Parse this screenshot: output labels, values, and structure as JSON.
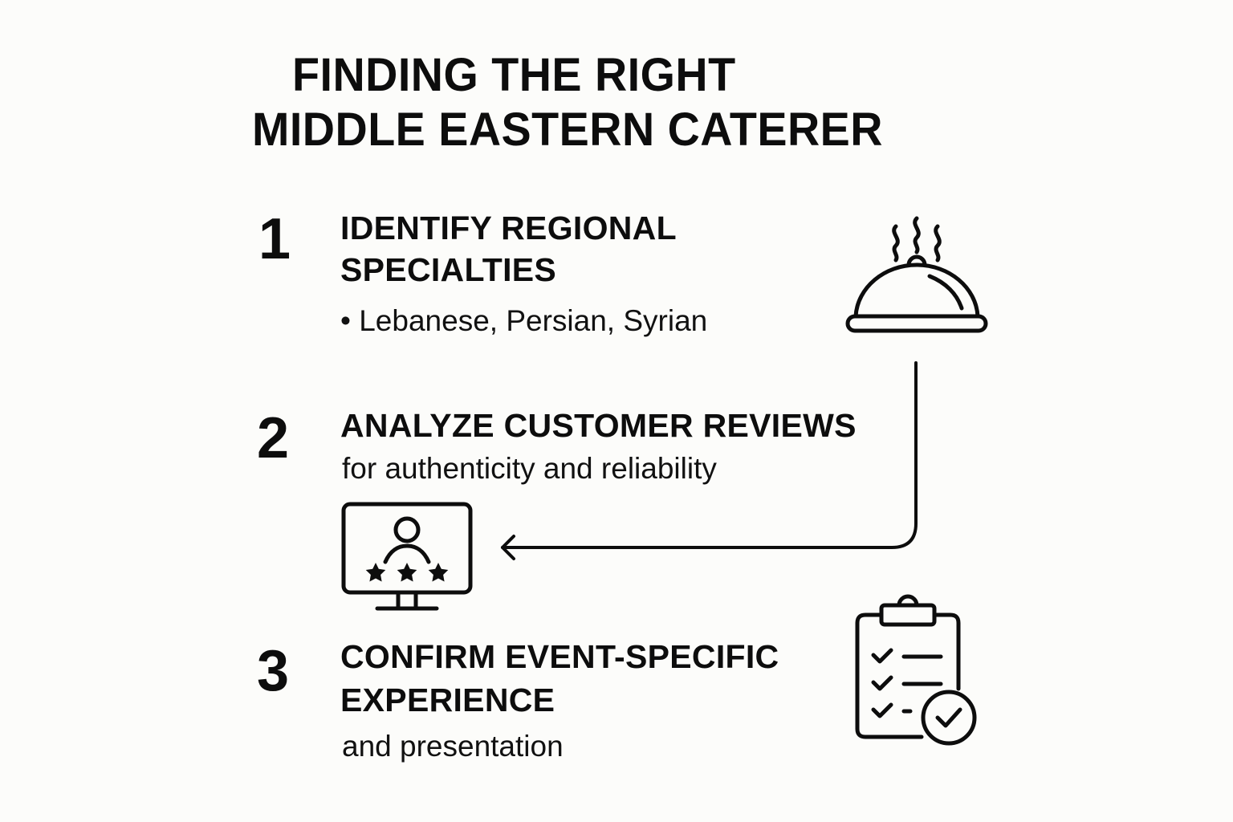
{
  "title": {
    "line1": "FINDING THE RIGHT",
    "line2": "MIDDLE EASTERN CATERER"
  },
  "steps": [
    {
      "number": "1",
      "heading_line1": "IDENTIFY REGIONAL",
      "heading_line2": "SPECIALTIES",
      "detail": "• Lebanese, Persian, Syrian",
      "icon": "cloche-serving-dish-icon"
    },
    {
      "number": "2",
      "heading_line1": "ANALYZE CUSTOMER REVIEWS",
      "detail": "for authenticity and reliability",
      "icon": "monitor-rating-icon",
      "rating_stars": 3
    },
    {
      "number": "3",
      "heading_line1": "CONFIRM EVENT-SPECIFIC",
      "heading_line2": "EXPERIENCE",
      "detail": "and presentation",
      "icon": "clipboard-checklist-icon"
    }
  ],
  "colors": {
    "background": "#fcfcfa",
    "ink": "#0d0d0d"
  }
}
